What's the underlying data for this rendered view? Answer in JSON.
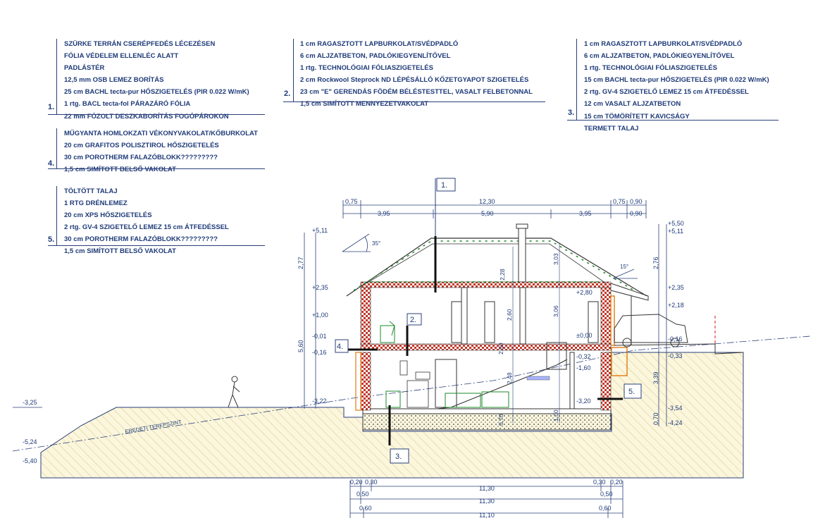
{
  "colors": {
    "ink": "#1e3a78",
    "line": "#2a3f7a",
    "soil": "#fbf6dc",
    "hatch": "#d9cf9a",
    "wall": "#c0392b",
    "green": "#1e8a2a",
    "orange": "#e07a10"
  },
  "notes": [
    {
      "num": "1.",
      "lines": [
        "SZÜRKE TERRÁN CSERÉPFEDÉS LÉCEZÉSEN",
        "FÓLIA VÉDELEM ELLENLÉC ALATT",
        "PADLÁSTÉR",
        "12,5 mm OSB LEMEZ BORÍTÁS",
        "25 cm BACHL tecta-pur HŐSZIGETELÉS (PIR 0.022 W/mK)",
        "1 rtg. BACL tecta-fol PÁRAZÁRÓ FÓLIA",
        "22 mm FÓZOLT DESZKABORÍTÁS FOGÓPÁROKON"
      ]
    },
    {
      "num": "2.",
      "lines": [
        "1 cm RAGASZTOTT LAPBURKOLAT/SVÉDPADLÓ",
        "6 cm ALJZATBETON, PADLÓKIEGYENLÍTŐVEL",
        "1 rtg. TECHNOLÓGIAI FÓLIASZIGETELÉS",
        "2 cm Rockwool Steprock ND LÉPÉSÁLLÓ KŐZETGYAPOT SZIGETELÉS",
        "23 cm \"E\" GERENDÁS FÖDÉM BÉLÉSTESTTEL, VASALT FELBETONNAL",
        "1,5 cm SIMÍTOTT MENNYEZETVAKOLAT"
      ]
    },
    {
      "num": "3.",
      "lines": [
        "1 cm RAGASZTOTT LAPBURKOLAT/SVÉDPADLÓ",
        "6 cm ALJZATBETON, PADLÓKIEGYENLÍTŐVEL",
        "1 rtg. TECHNOLÓGIAI FÓLIASZIGETELÉS",
        "15 cm BACHL tecta-pur HŐSZIGETELÉS (PIR 0.022 W/mK)",
        "2 rtg. GV-4 SZIGETELŐ LEMEZ 15 cm ÁTFEDÉSSEL",
        "12 cm VASALT ALJZATBETON",
        "15 cm TÖMÖRÍTETT KAVICSÁGY",
        "TERMETT TALAJ"
      ]
    },
    {
      "num": "4.",
      "lines": [
        "MŰGYANTA HOMLOKZATI VÉKONYVAKOLAT/KŐBURKOLAT",
        "20 cm GRAFITOS POLISZTIROL HŐSZIGETELÉS",
        "30 cm POROTHERM FALAZÓBLOKK?????????",
        "1,5 cm SIMÍTOTT BELSŐ VAKOLAT"
      ]
    },
    {
      "num": "5.",
      "lines": [
        "TÖLTÖTT TALAJ",
        "1 RTG DRÉNLEMEZ",
        "20 cm XPS HŐSZIGETELÉS",
        "2 rtg. GV-4 SZIGETELŐ LEMEZ 15 cm ÁTFEDÉSSEL",
        "30 cm POROTHERM FALAZÓBLOKK?????????",
        "1,5 cm SIMÍTOTT BELSŐ VAKOLAT"
      ]
    }
  ],
  "dims": {
    "top_row1": [
      "0,75",
      "12,30",
      "0,75",
      "0,90"
    ],
    "top_row2": [
      "3,95",
      "5,90",
      "3,95",
      "0,90"
    ],
    "bottom_row1": [
      "0,20",
      "0,30",
      "11,30",
      "0,30",
      "0,20"
    ],
    "bottom_row2": [
      "0,50",
      "11,30",
      "0,50"
    ],
    "bottom_row3": [
      "0,60",
      "11,10",
      "0,60"
    ],
    "left_vert": [
      "2,77",
      "5,60"
    ],
    "right_vert": [
      "2,76",
      "3,39",
      "0,70"
    ],
    "inner_vert": [
      "2,60",
      "2,28",
      "3,03",
      "3,06",
      "2,48",
      "1,00",
      "0,70",
      "2,50"
    ],
    "roof_angle_left": "35°",
    "roof_angle_right": "15°"
  },
  "levels": {
    "left": [
      "+5,11",
      "+2,35",
      "+1,00",
      "-0,01",
      "-0,16",
      "-3,22"
    ],
    "right": [
      "+5,50",
      "+5,11",
      "+2,35",
      "+2,18",
      "-0,16",
      "-0,33",
      "-3,54",
      "-4,24"
    ],
    "inner": [
      "+2,80",
      "±0,00",
      "-0,32",
      "-1,60",
      "-3,20"
    ],
    "far_left": [
      "-3,25",
      "-5,24",
      "-5,40"
    ]
  },
  "ground_label": "EREDETI TEREPSZINT",
  "tags": [
    "1.",
    "2.",
    "3.",
    "4.",
    "5."
  ]
}
